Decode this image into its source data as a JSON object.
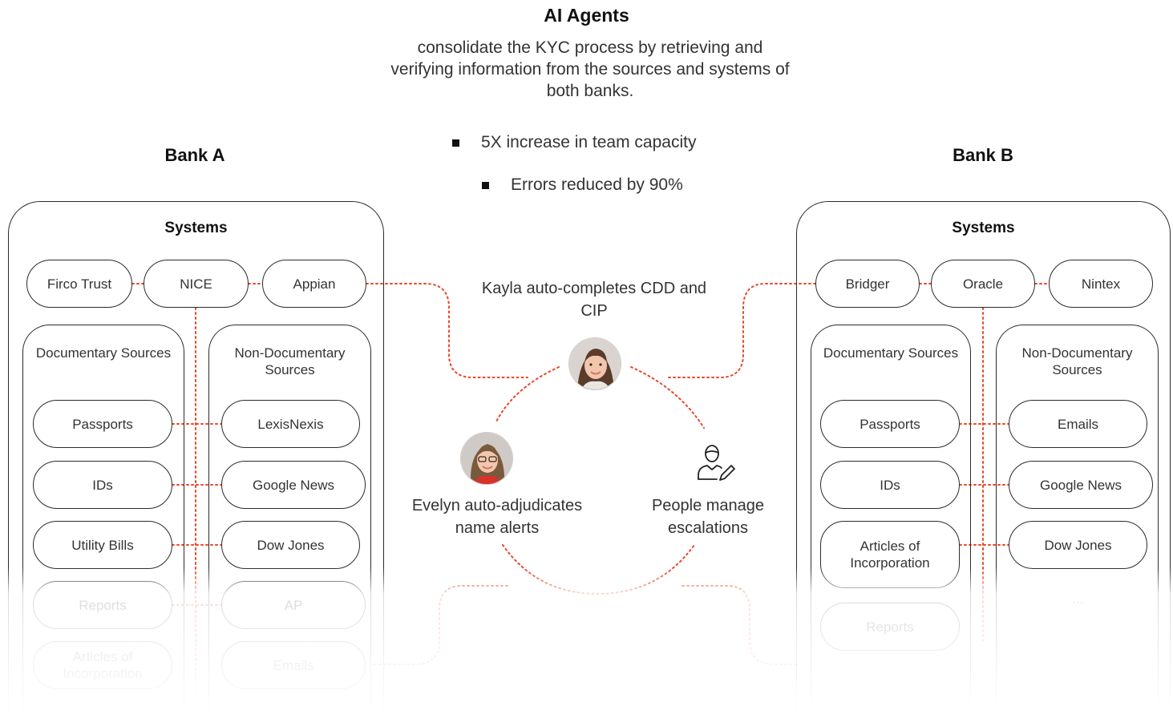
{
  "header": {
    "title": "AI Agents",
    "subtitle": "consolidate the KYC process by retrieving and verifying information from the sources and systems of both banks.",
    "bullets": [
      "5X increase in team capacity",
      "Errors reduced by 90%"
    ]
  },
  "bank_a": {
    "title": "Bank A",
    "systems_title": "Systems",
    "systems": [
      "Firco Trust",
      "NICE",
      "Appian"
    ],
    "documentary_title": "Documentary Sources",
    "documentary": [
      "Passports",
      "IDs",
      "Utility Bills",
      "Reports",
      "Articles of Incorporation"
    ],
    "non_documentary_title": "Non-Documentary Sources",
    "non_documentary": [
      "LexisNexis",
      "Google News",
      "Dow Jones",
      "AP",
      "Emails"
    ]
  },
  "bank_b": {
    "title": "Bank B",
    "systems_title": "Systems",
    "systems": [
      "Bridger",
      "Oracle",
      "Nintex"
    ],
    "documentary_title": "Documentary Sources",
    "documentary": [
      "Passports",
      "IDs",
      "Articles of Incorporation",
      "Reports"
    ],
    "non_documentary_title": "Non-Documentary Sources",
    "non_documentary": [
      "Emails",
      "Google News",
      "Dow Jones",
      "..."
    ]
  },
  "center": {
    "kayla": "Kayla auto-completes CDD and CIP",
    "evelyn": "Evelyn auto-adjudicates name alerts",
    "people": "People manage escalations",
    "icons": [
      "kayla-avatar",
      "evelyn-avatar",
      "person-edit-icon"
    ]
  },
  "colors": {
    "connector": "#e8472a",
    "border": "#2b2b2b",
    "text": "#333333"
  }
}
